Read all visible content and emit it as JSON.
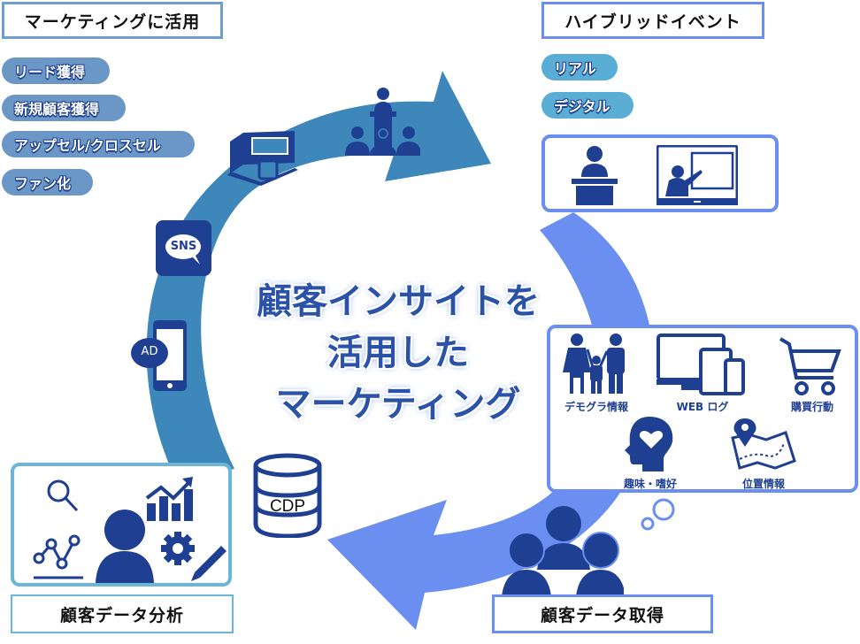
{
  "marketing": {
    "title": "マーケティングに活用",
    "items": [
      {
        "label": "リード獲得"
      },
      {
        "label": "新規顧客獲得"
      },
      {
        "label": "アップセル/クロスセル"
      },
      {
        "label": "ファン化"
      }
    ],
    "channel_icons": {
      "sns_label": "SNS",
      "ad_label": "AD"
    }
  },
  "hybrid_event": {
    "title": "ハイブリッドイベント",
    "items": [
      {
        "label": "リアル"
      },
      {
        "label": "デジタル"
      }
    ]
  },
  "center": {
    "lines": [
      "顧客インサイトを",
      "活用した",
      "マーケティング"
    ]
  },
  "data_collection": {
    "title": "顧客データ取得",
    "categories": [
      {
        "label": "デモグラ情報",
        "icon": "family-icon"
      },
      {
        "label": "WEB ログ",
        "icon": "devices-icon"
      },
      {
        "label": "購買行動",
        "icon": "shopping-cart-icon"
      },
      {
        "label": "趣味・嗜好",
        "icon": "head-heart-icon"
      },
      {
        "label": "位置情報",
        "icon": "map-pin-icon"
      }
    ]
  },
  "analysis": {
    "title": "顧客データ分析",
    "cdp_label": "CDP"
  },
  "colors": {
    "arrow_top": "#3d87ba",
    "arrow_bottom": "#6a8ff0",
    "icon_navy": "#1f3f93",
    "pill_left": "#6b97c7",
    "pill_right": "#5aaed6",
    "panel_border_blue": "#6a8ff0",
    "panel_border_teal": "#6bb5d6"
  }
}
